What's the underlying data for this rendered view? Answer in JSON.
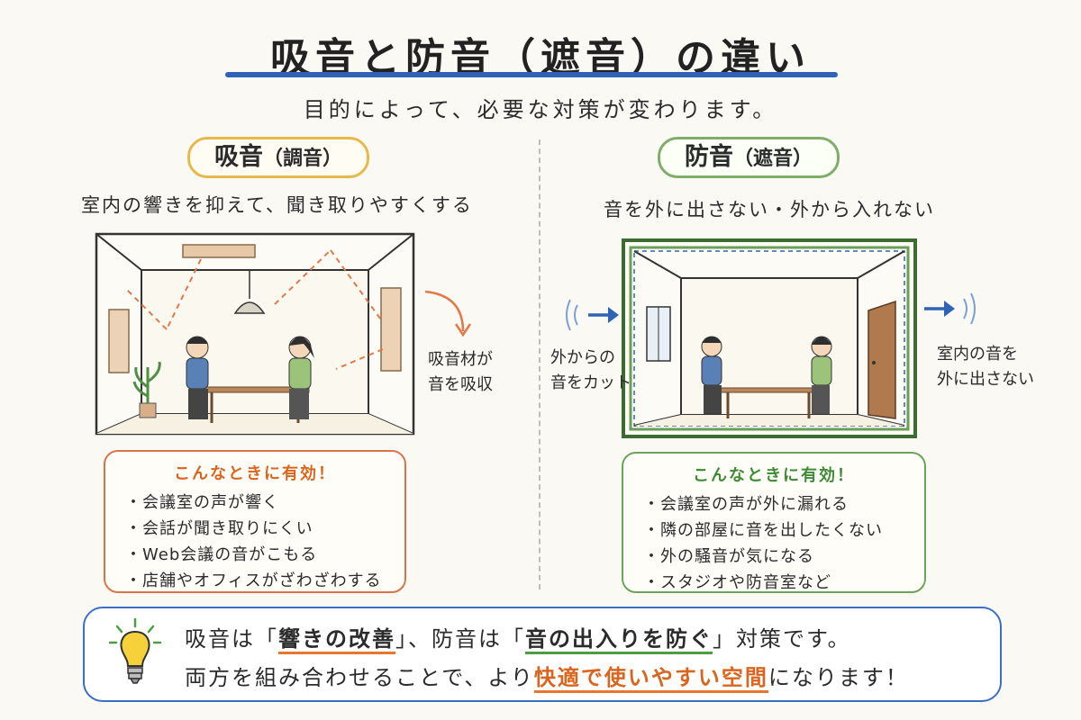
{
  "header": {
    "title": "吸音と防音（遮音）の違い",
    "subtitle": "目的によって、必要な対策が変わります。"
  },
  "left": {
    "pill_main": "吸音",
    "pill_sub": "（調音）",
    "tagline": "室内の響きを抑えて、聞き取りやすくする",
    "side_label_1": "吸音材が",
    "side_label_2": "音を吸収",
    "box_title": "こんなときに有効！",
    "items": [
      "会議室の声が響く",
      "会話が聞き取りにくい",
      "Web会議の音がこもる",
      "店舗やオフィスがざわざわする"
    ],
    "accent": "#e8b94a"
  },
  "right": {
    "pill_main": "防音",
    "pill_sub": "（遮音）",
    "tagline": "音を外に出さない・外から入れない",
    "in_label_1": "外からの",
    "in_label_2": "音をカット",
    "out_label_1": "室内の音を",
    "out_label_2": "外に出さない",
    "box_title": "こんなときに有効！",
    "items": [
      "会議室の声が外に漏れる",
      "隣の部屋に音を出したくない",
      "外の騒音が気になる",
      "スタジオや防音室など"
    ],
    "accent": "#7fae6a"
  },
  "summary": {
    "line1_a": "吸音は「",
    "line1_b": "響きの改善",
    "line1_c": "」、防音は「",
    "line1_d": "音の出入りを防ぐ",
    "line1_e": "」対策です。",
    "line2_a": "両方を組み合わせることで、より",
    "line2_b": "快適で使いやすい空間",
    "line2_c": "になります！"
  }
}
